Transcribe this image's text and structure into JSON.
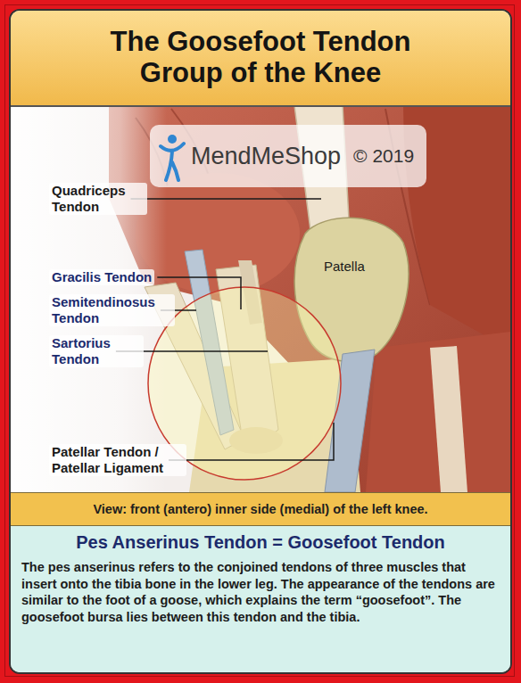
{
  "diagram": {
    "title": "The Goosefoot Tendon Group of the Knee",
    "nodes": [
      {
        "text": [
          "MendMeShop",
          "© 2019"
        ]
      },
      {
        "text": [
          "View: front (antero) inner side (medial) of the left knee."
        ]
      },
      {
        "text": [
          "Pes Anserinus Tendon = Goosefoot Tendon",
          "The pes anserinus refers to the conjoined tendons of three muscles that insert onto the tibia bone in the lower leg. The appearance of the tendons are similar to the foot of a goose, which explains the term “goosefoot”. The goosefoot bursa lies between this tendon and the tibia."
        ]
      }
    ],
    "labels": [
      "Quadriceps Tendon",
      "Patella",
      "Gracilis Tendon",
      "Semitendinosus Tendon",
      "Sartorius Tendon",
      "Patellar Tendon / Patellar Ligament"
    ]
  }
}
